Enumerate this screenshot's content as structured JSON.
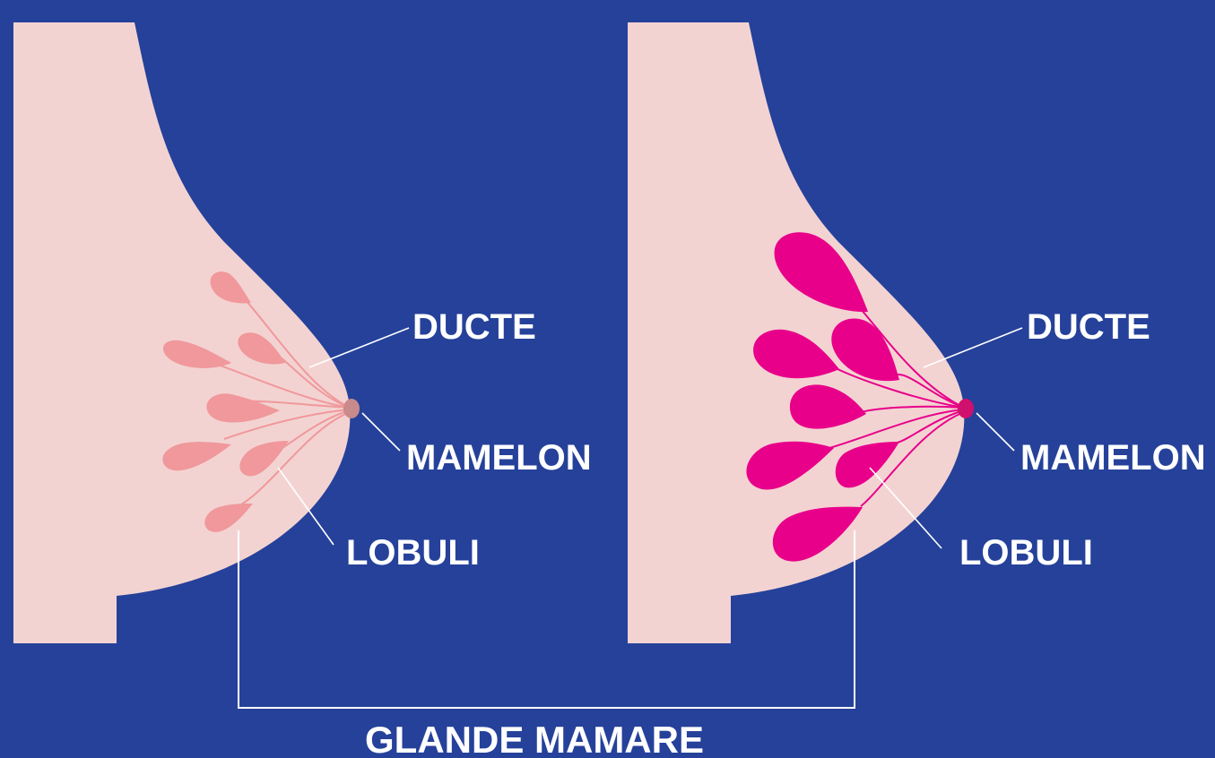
{
  "colors": {
    "background": "#25419a",
    "skin": "#f3d3d2",
    "lobule_normal": "#f0989b",
    "lobule_enlarged": "#e8008a",
    "nipple": "#c98a8c",
    "leader_line": "#ffffff"
  },
  "left_diagram": {
    "labels": {
      "duct": "DUCTE",
      "nipple": "MAMELON",
      "lobules": "LOBULI"
    }
  },
  "right_diagram": {
    "labels": {
      "duct": "DUCTE",
      "nipple": "MAMELON",
      "lobules": "LOBULI"
    }
  },
  "bracket_label": "GLANDE MAMARE"
}
